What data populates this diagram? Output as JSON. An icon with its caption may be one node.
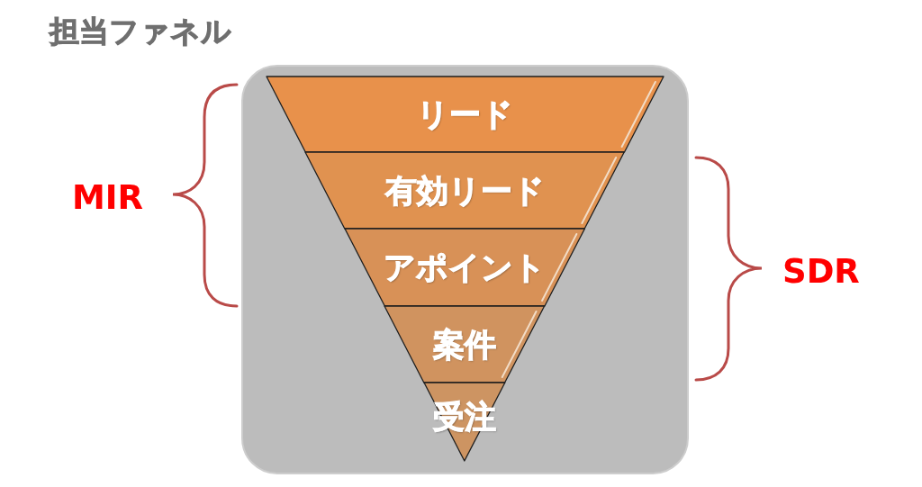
{
  "diagram": {
    "title": "担当ファネル",
    "nodes": [
      {
        "text": [],
        "shape": "box"
      },
      {
        "text": [
          "リード"
        ],
        "in": 0
      },
      {
        "text": [
          "有効リード"
        ],
        "in": 0
      },
      {
        "text": [
          "アポイント"
        ],
        "in": 0
      },
      {
        "text": [
          "案件"
        ],
        "in": 0
      },
      {
        "text": [
          "受注"
        ],
        "in": 0
      }
    ],
    "labels": [
      "MIR",
      "SDR"
    ]
  }
}
